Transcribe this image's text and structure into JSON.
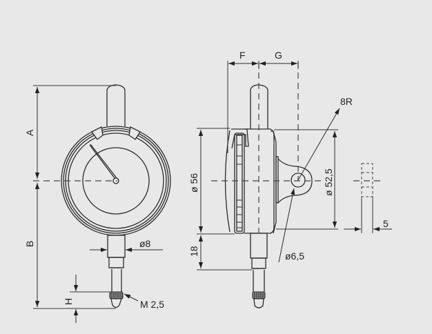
{
  "drawing": {
    "title": "Dial indicator dimension drawing",
    "background": "#e8e8e8",
    "line_color": "#2a2a2a",
    "front_view": {
      "labels": {
        "A": "A",
        "B": "B",
        "H": "H",
        "stem_diameter": "ø8",
        "thread": "M 2,5"
      }
    },
    "side_view": {
      "labels": {
        "F": "F",
        "G": "G",
        "case_diameter": "ø 56",
        "bezel_diameter": "ø 52,5",
        "stem_length": "18",
        "lug_radius": "8R",
        "lug_hole": "ø6,5"
      }
    },
    "lug_end_view": {
      "labels": {
        "lug_width": "5"
      }
    }
  }
}
